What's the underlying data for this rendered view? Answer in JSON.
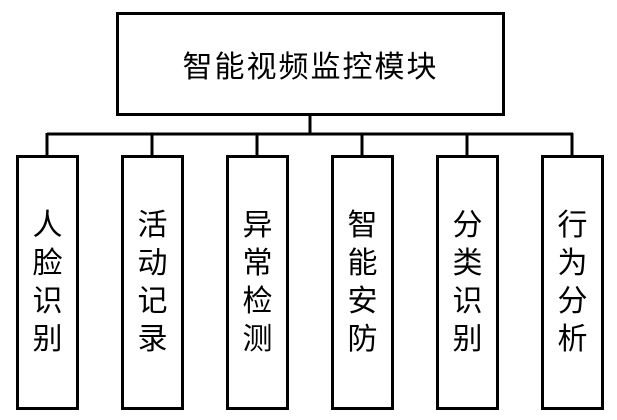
{
  "root": {
    "label": "智能视频监控模块"
  },
  "children": [
    {
      "label": "人脸识别"
    },
    {
      "label": "活动记录"
    },
    {
      "label": "异常检测"
    },
    {
      "label": "智能安防"
    },
    {
      "label": "分类识别"
    },
    {
      "label": "行为分析"
    }
  ]
}
